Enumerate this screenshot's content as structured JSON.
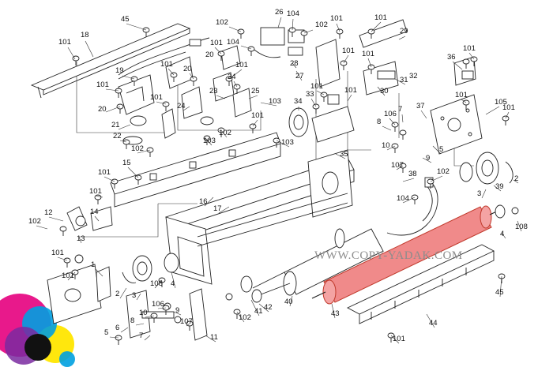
{
  "watermark": "WWW.COPY-YADAK.COM",
  "highlight_color": "#f08a8a",
  "callouts": [
    {
      "key": "c45a",
      "text": "45"
    },
    {
      "key": "c18",
      "text": "18"
    },
    {
      "key": "c101a",
      "text": "101"
    },
    {
      "key": "c19",
      "text": "19"
    },
    {
      "key": "c101b",
      "text": "101"
    },
    {
      "key": "c20a",
      "text": "20"
    },
    {
      "key": "c101c",
      "text": "101"
    },
    {
      "key": "c20b",
      "text": "20"
    },
    {
      "key": "c21",
      "text": "21"
    },
    {
      "key": "c22",
      "text": "22"
    },
    {
      "key": "c102a",
      "text": "102"
    },
    {
      "key": "c101d",
      "text": "101"
    },
    {
      "key": "c20c",
      "text": "20"
    },
    {
      "key": "c101e",
      "text": "101"
    },
    {
      "key": "c101f",
      "text": "101"
    },
    {
      "key": "c24a",
      "text": "24"
    },
    {
      "key": "c23",
      "text": "23"
    },
    {
      "key": "c24b",
      "text": "24"
    },
    {
      "key": "c25",
      "text": "25"
    },
    {
      "key": "c103a",
      "text": "103"
    },
    {
      "key": "c103b",
      "text": "103"
    },
    {
      "key": "c102b",
      "text": "102"
    },
    {
      "key": "c103c",
      "text": "103"
    },
    {
      "key": "c101g",
      "text": "101"
    },
    {
      "key": "c102c",
      "text": "102"
    },
    {
      "key": "c104a",
      "text": "104"
    },
    {
      "key": "c26",
      "text": "26"
    },
    {
      "key": "c104b",
      "text": "104"
    },
    {
      "key": "c102d",
      "text": "102"
    },
    {
      "key": "c27",
      "text": "27"
    },
    {
      "key": "c28",
      "text": "28"
    },
    {
      "key": "c101h",
      "text": "101"
    },
    {
      "key": "c101i",
      "text": "101"
    },
    {
      "key": "c29",
      "text": "29"
    },
    {
      "key": "c101j",
      "text": "101"
    },
    {
      "key": "c101k",
      "text": "101"
    },
    {
      "key": "c31",
      "text": "31"
    },
    {
      "key": "c32",
      "text": "32"
    },
    {
      "key": "c30",
      "text": "30"
    },
    {
      "key": "c101l",
      "text": "101"
    },
    {
      "key": "c101m",
      "text": "101"
    },
    {
      "key": "c33",
      "text": "33"
    },
    {
      "key": "c34",
      "text": "34"
    },
    {
      "key": "c36",
      "text": "36"
    },
    {
      "key": "c101n",
      "text": "101"
    },
    {
      "key": "c101o",
      "text": "101"
    },
    {
      "key": "c105",
      "text": "105"
    },
    {
      "key": "c101p",
      "text": "101"
    },
    {
      "key": "c37",
      "text": "37"
    },
    {
      "key": "c106a",
      "text": "106"
    },
    {
      "key": "c7a",
      "text": "7"
    },
    {
      "key": "c8a",
      "text": "8"
    },
    {
      "key": "c10a",
      "text": "10"
    },
    {
      "key": "c5a",
      "text": "5"
    },
    {
      "key": "c35",
      "text": "35"
    },
    {
      "key": "c9a",
      "text": "9"
    },
    {
      "key": "c107a",
      "text": "107"
    },
    {
      "key": "c38",
      "text": "38"
    },
    {
      "key": "c15",
      "text": "15"
    },
    {
      "key": "c101q",
      "text": "101"
    },
    {
      "key": "c101r",
      "text": "101"
    },
    {
      "key": "c102e",
      "text": "102"
    },
    {
      "key": "c3a",
      "text": "3"
    },
    {
      "key": "c2a",
      "text": "2"
    },
    {
      "key": "c39",
      "text": "39"
    },
    {
      "key": "c104c",
      "text": "104"
    },
    {
      "key": "c16",
      "text": "16"
    },
    {
      "key": "c17",
      "text": "17"
    },
    {
      "key": "c12",
      "text": "12"
    },
    {
      "key": "c14",
      "text": "14"
    },
    {
      "key": "c102f",
      "text": "102"
    },
    {
      "key": "c13",
      "text": "13"
    },
    {
      "key": "c4a",
      "text": "4"
    },
    {
      "key": "c108a",
      "text": "108"
    },
    {
      "key": "c101s",
      "text": "101"
    },
    {
      "key": "c1",
      "text": "1"
    },
    {
      "key": "c101t",
      "text": "101"
    },
    {
      "key": "c108b",
      "text": "108"
    },
    {
      "key": "c4b",
      "text": "4"
    },
    {
      "key": "c2b",
      "text": "2"
    },
    {
      "key": "c3b",
      "text": "3"
    },
    {
      "key": "c106b",
      "text": "106"
    },
    {
      "key": "c10b",
      "text": "10"
    },
    {
      "key": "c8b",
      "text": "8"
    },
    {
      "key": "c6",
      "text": "6"
    },
    {
      "key": "c9b",
      "text": "9"
    },
    {
      "key": "c107b",
      "text": "107"
    },
    {
      "key": "c5b",
      "text": "5"
    },
    {
      "key": "c7b",
      "text": "7"
    },
    {
      "key": "c11",
      "text": "11"
    },
    {
      "key": "c102g",
      "text": "102"
    },
    {
      "key": "c41",
      "text": "41"
    },
    {
      "key": "c42",
      "text": "42"
    },
    {
      "key": "c40",
      "text": "40"
    },
    {
      "key": "c43",
      "text": "43"
    },
    {
      "key": "c44",
      "text": "44"
    },
    {
      "key": "c45b",
      "text": "45"
    },
    {
      "key": "c101u",
      "text": "101"
    }
  ]
}
